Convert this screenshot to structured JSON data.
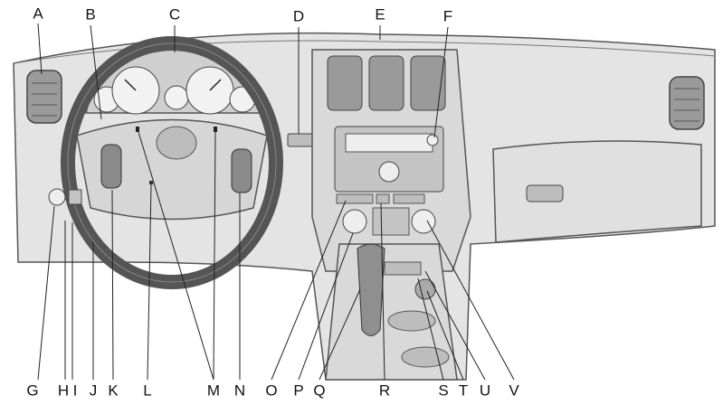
{
  "diagram": {
    "colors": {
      "background": "#ffffff",
      "fill_light": "#e4e4e4",
      "fill_mid": "#cfcfcf",
      "fill_dark": "#9a9a9a",
      "stroke": "#555555",
      "leader": "#222222",
      "label": "#111111"
    },
    "callouts": [
      {
        "id": "A",
        "label": "A"
      },
      {
        "id": "B",
        "label": "B"
      },
      {
        "id": "C",
        "label": "C"
      },
      {
        "id": "D",
        "label": "D"
      },
      {
        "id": "E",
        "label": "E"
      },
      {
        "id": "F",
        "label": "F"
      },
      {
        "id": "G",
        "label": "G"
      },
      {
        "id": "H",
        "label": "H"
      },
      {
        "id": "I",
        "label": "I"
      },
      {
        "id": "J",
        "label": "J"
      },
      {
        "id": "K",
        "label": "K"
      },
      {
        "id": "L",
        "label": "L"
      },
      {
        "id": "M",
        "label": "M"
      },
      {
        "id": "N",
        "label": "N"
      },
      {
        "id": "O",
        "label": "O"
      },
      {
        "id": "P",
        "label": "P"
      },
      {
        "id": "Q",
        "label": "Q"
      },
      {
        "id": "R",
        "label": "R"
      },
      {
        "id": "S",
        "label": "S"
      },
      {
        "id": "T",
        "label": "T"
      },
      {
        "id": "U",
        "label": "U"
      },
      {
        "id": "V",
        "label": "V"
      }
    ]
  }
}
